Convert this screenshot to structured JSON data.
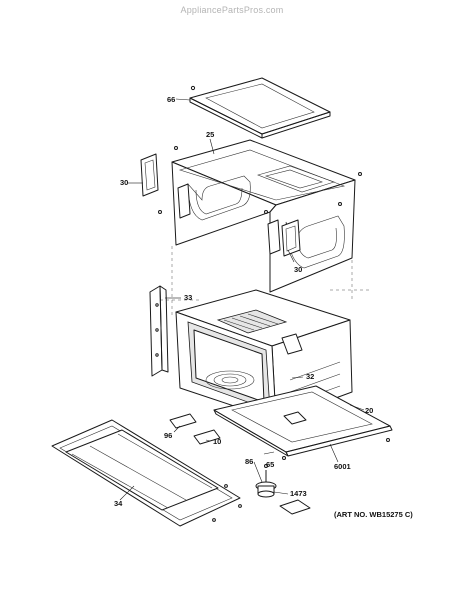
{
  "watermark": "AppliancePartsPros.com",
  "art_number": "(ART NO. WB15275 C)",
  "callouts": {
    "p66": "66",
    "p25": "25",
    "p30a": "30",
    "p30b": "30",
    "p33": "33",
    "p32": "32",
    "p20": "20",
    "p96": "96",
    "p10": "10",
    "p86": "86",
    "p65": "65",
    "p6001": "6001",
    "p1473": "1473",
    "p34": "34"
  }
}
